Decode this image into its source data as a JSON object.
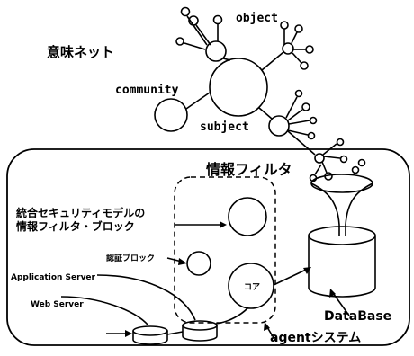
{
  "diagram": {
    "labels": {
      "semantic_net": "意味ネット",
      "object": "object",
      "community": "community",
      "subject": "subject",
      "info_filter": "情報フィルタ",
      "security_model_line1": "統合セキュリティモデルの",
      "security_model_line2": "情報フィルタ・ブロック",
      "auth_block": "認証ブロック",
      "app_server": "Application Server",
      "web_server": "Web Server",
      "core": "コア",
      "database": "DataBase",
      "agent_system": "agentシステム"
    }
  }
}
